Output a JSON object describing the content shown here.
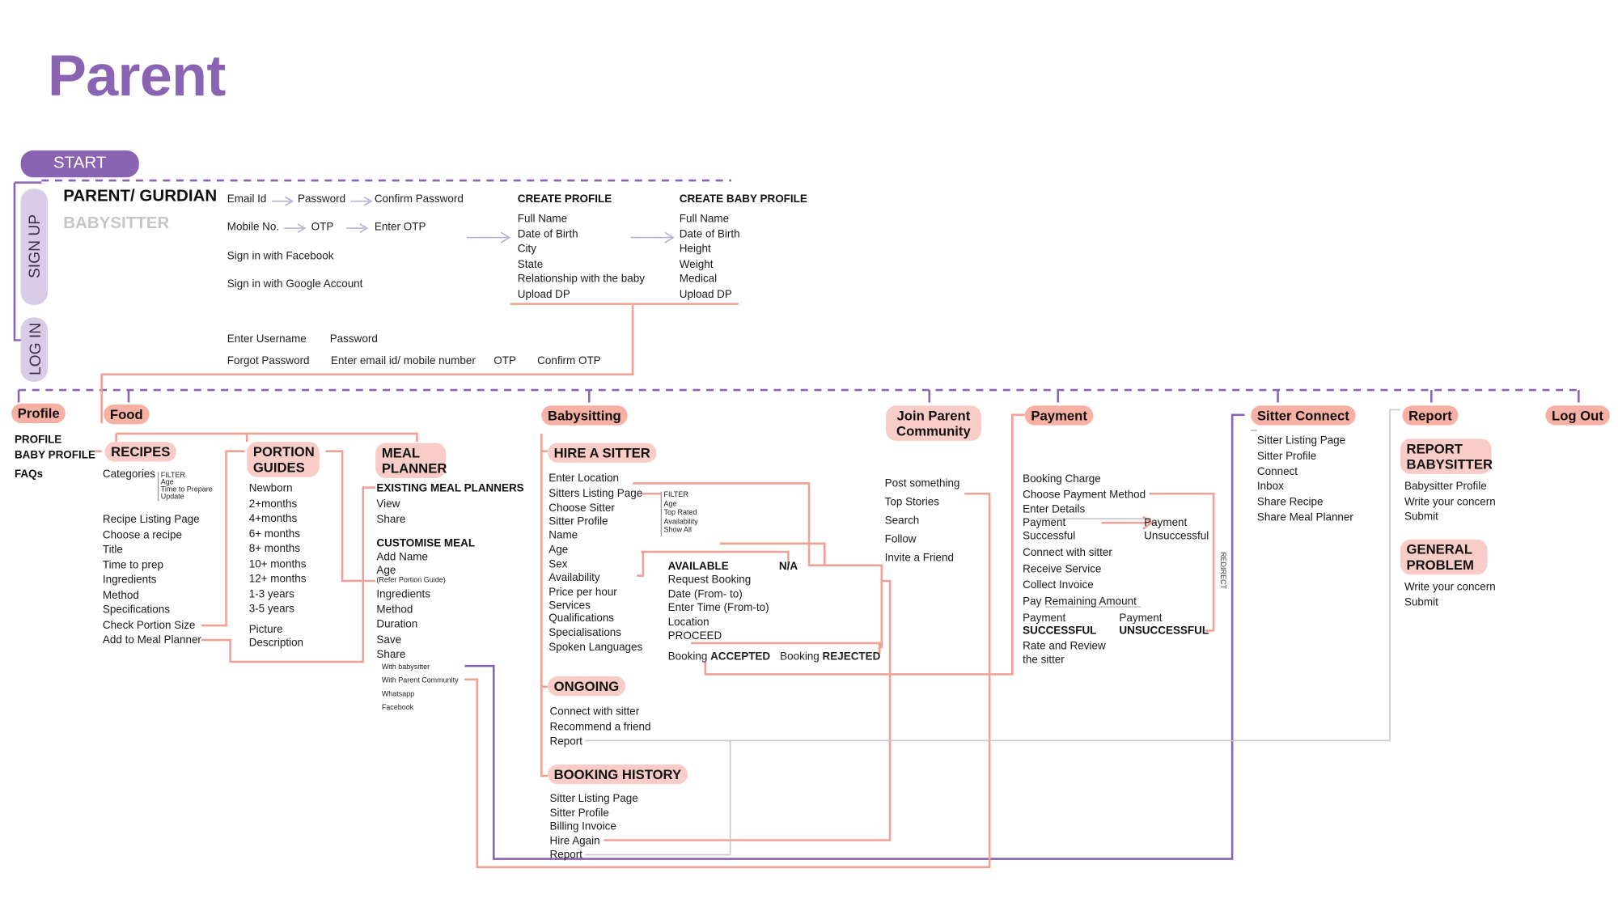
{
  "title": "Parent",
  "start": "START",
  "signup": {
    "tab": "SIGN UP",
    "role_parent": "PARENT/ GURDIAN",
    "role_sitter": "BABYSITTER",
    "email_row": [
      "Email Id",
      "Password",
      "Confirm Password"
    ],
    "mobile_row": [
      "Mobile No.",
      "OTP",
      "Enter OTP"
    ],
    "facebook": "Sign in with Facebook",
    "google": "Sign in with Google Account",
    "create_profile": {
      "title": "CREATE PROFILE",
      "items": [
        "Full Name",
        "Date of Birth",
        "City",
        "State",
        "Relationship with the baby",
        "Upload DP"
      ]
    },
    "create_baby_profile": {
      "title": "CREATE BABY PROFILE",
      "items": [
        "Full Name",
        "Date of Birth",
        "Height",
        "Weight",
        "Medical",
        "Upload DP"
      ]
    }
  },
  "login": {
    "tab": "LOG IN",
    "row1": [
      "Enter Username",
      "Password"
    ],
    "row2": [
      "Forgot Password",
      "Enter email id/ mobile number",
      "OTP",
      "Confirm OTP"
    ]
  },
  "nav": [
    "Profile",
    "Food",
    "Babysitting",
    "Join Parent Community",
    "Payment",
    "Sitter Connect",
    "Report",
    "Log Out"
  ],
  "profile_items": [
    "PROFILE",
    "BABY PROFILE",
    "FAQs"
  ],
  "recipes": {
    "title": "RECIPES",
    "categories": "Categories",
    "filter": [
      "FILTER",
      "Age",
      "Time to Prepare",
      "Update"
    ],
    "items": [
      "Recipe Listing Page",
      "Choose a recipe",
      "Title",
      "Time to prep",
      "Ingredients",
      "Method",
      "Specifications",
      "Check Portion Size",
      "Add to Meal Planner"
    ]
  },
  "portion": {
    "title": "PORTION GUIDES",
    "items": [
      "Newborn",
      "2+months",
      "4+months",
      "6+ months",
      "8+ months",
      "10+ months",
      "12+ months",
      "1-3 years",
      "3-5 years"
    ],
    "extra": [
      "Picture",
      "Description"
    ]
  },
  "meal": {
    "title": "MEAL PLANNER",
    "existing": "EXISTING MEAL PLANNERS",
    "existing_items": [
      "View",
      "Share"
    ],
    "customise": "CUSTOMISE MEAL",
    "customise_items": [
      "Add Name",
      "Age"
    ],
    "note": "(Refer Portion Guide)",
    "customise_items2": [
      "Ingredients",
      "Method",
      "Duration",
      "Save",
      "Share"
    ],
    "share_items": [
      "With babysitter",
      "With Parent Community",
      "Whatsapp",
      "Facebook"
    ]
  },
  "hire": {
    "title": "HIRE A SITTER",
    "items": [
      "Enter Location",
      "Sitters Listing Page",
      "Choose Sitter",
      "Sitter Profile",
      "Name",
      "Age",
      "Sex",
      "Availability",
      "Price per hour",
      "Services",
      "Qualifications",
      "Specialisations",
      "Spoken Languages"
    ],
    "filter": [
      "FILTER",
      "Age",
      "Top Rated",
      "Availability",
      "Show All"
    ],
    "available": "AVAILABLE",
    "na": "N/A",
    "available_items": [
      "Request Booking",
      "Date (From- to)",
      "Enter Time (From-to)",
      "Location",
      "PROCEED"
    ],
    "booking_word": "Booking",
    "accepted": "ACCEPTED",
    "rejected": "REJECTED"
  },
  "ongoing": {
    "title": "ONGOING",
    "items": [
      "Connect with sitter",
      "Recommend a friend",
      "Report"
    ]
  },
  "history": {
    "title": "BOOKING HISTORY",
    "items": [
      "Sitter Listing Page",
      "Sitter Profile",
      "Billing Invoice",
      "Hire Again",
      "Report"
    ]
  },
  "community_items": [
    "Post something",
    "Top Stories",
    "Search",
    "Follow",
    "Invite a Friend"
  ],
  "payment": {
    "items": [
      "Booking Charge",
      "Choose Payment Method",
      "Enter Details"
    ],
    "successful": [
      "Payment",
      "Successful"
    ],
    "unsuccessful": [
      "Payment",
      "Unsuccessful"
    ],
    "items2": [
      "Connect with sitter",
      "Receive Service",
      "Collect Invoice",
      "Pay Remaining Amount"
    ],
    "final_success": [
      "Payment",
      "SUCCESSFUL"
    ],
    "final_fail": [
      "Payment",
      "UNSUCCESSFUL"
    ],
    "rate": [
      "Rate and Review",
      "the sitter"
    ],
    "redirect": "REDIRECT"
  },
  "sitter_connect_items": [
    "Sitter Listing Page",
    "Sitter Profile",
    "Connect",
    "Inbox",
    "Share Recipe",
    "Share Meal Planner"
  ],
  "report": {
    "babysitter_title": "REPORT BABYSITTER",
    "babysitter_items": [
      "Babysitter Profile",
      "Write your concern",
      "Submit"
    ],
    "general_title": "GENERAL PROBLEM",
    "general_items": [
      "Write your concern",
      "Submit"
    ]
  },
  "colors": {
    "purple": "#8a63b3",
    "lavender": "#d9cce6",
    "salmon": "#f6b0a4",
    "salmon_line": "#f0a195",
    "grey_line": "#c8c8d0"
  }
}
